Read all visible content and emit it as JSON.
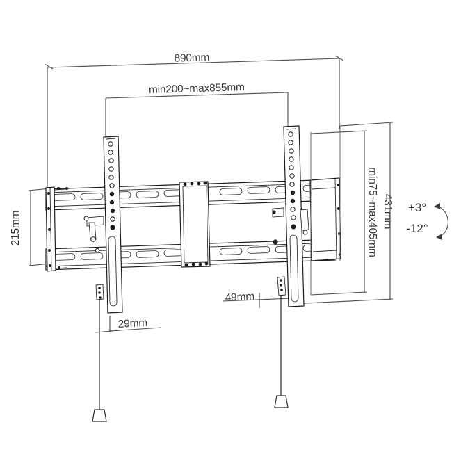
{
  "drawing": {
    "title": "Tilting TV Wall Mount Dimension Drawing",
    "type": "technical-line-drawing",
    "background_color": "#ffffff",
    "line_color": "#1c1c1c",
    "dimension_line_color": "#4a4a4a",
    "text_color": "#3a3a3a"
  },
  "dimensions": {
    "overall_width": {
      "label": "890mm",
      "orientation": "horizontal",
      "position": "top",
      "value": 890,
      "unit": "mm"
    },
    "mounting_width_range": {
      "label": "min200~max855mm",
      "orientation": "horizontal",
      "position": "top-inner",
      "min": 200,
      "max": 855,
      "unit": "mm"
    },
    "overall_height": {
      "label": "431mm",
      "orientation": "vertical",
      "position": "right-outer",
      "value": 431,
      "unit": "mm"
    },
    "mounting_height_range": {
      "label": "min75~max405mm",
      "orientation": "vertical",
      "position": "right-inner",
      "min": 75,
      "max": 405,
      "unit": "mm"
    },
    "plate_height": {
      "label": "215mm",
      "orientation": "vertical",
      "position": "left",
      "value": 215,
      "unit": "mm"
    },
    "depth_left": {
      "label": "29mm",
      "orientation": "horizontal",
      "position": "bottom-left",
      "value": 29,
      "unit": "mm"
    },
    "depth_right": {
      "label": "49mm",
      "orientation": "horizontal",
      "position": "bottom-right",
      "value": 49,
      "unit": "mm"
    }
  },
  "tilt": {
    "up_label": "+3°",
    "down_label": "-12°",
    "up_value": 3,
    "down_value": -12,
    "unit": "degrees",
    "icon": "curved-tilt-arrow-icon"
  }
}
